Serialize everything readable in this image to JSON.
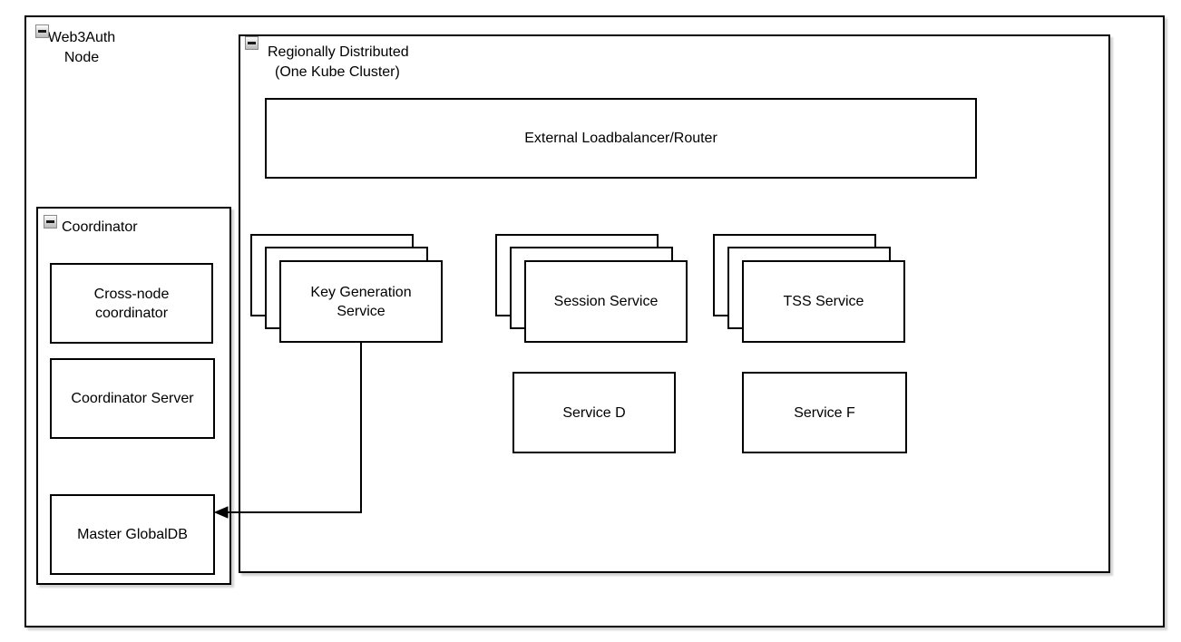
{
  "diagram": {
    "web3auth_group": {
      "line1": "Web3Auth",
      "line2": "Node"
    },
    "region_group": {
      "line1": "Regionally Distributed",
      "line2": "(One Kube Cluster)"
    },
    "loadbalancer": {
      "label": "External Loadbalancer/Router"
    },
    "stacks": [
      {
        "label": "Key Generation Service",
        "replicas": 3
      },
      {
        "label": "Session Service",
        "replicas": 3
      },
      {
        "label": "TSS Service",
        "replicas": 3
      }
    ],
    "services": [
      {
        "label": "Service D"
      },
      {
        "label": "Service F"
      }
    ],
    "coordinator_group": {
      "label": "Coordinator",
      "children": [
        {
          "label": "Cross-node coordinator"
        },
        {
          "label": "Coordinator Server"
        },
        {
          "label": "Master GlobalDB"
        }
      ]
    },
    "connection": {
      "from": "Key Generation Service",
      "to": "Master GlobalDB",
      "arrow": "left"
    },
    "colors": {
      "shape_border": "#000000",
      "shape_fill": "#ffffff",
      "collapse_button_bg": "#c9c9c9",
      "collapse_button_border": "#8a8a8a"
    }
  }
}
